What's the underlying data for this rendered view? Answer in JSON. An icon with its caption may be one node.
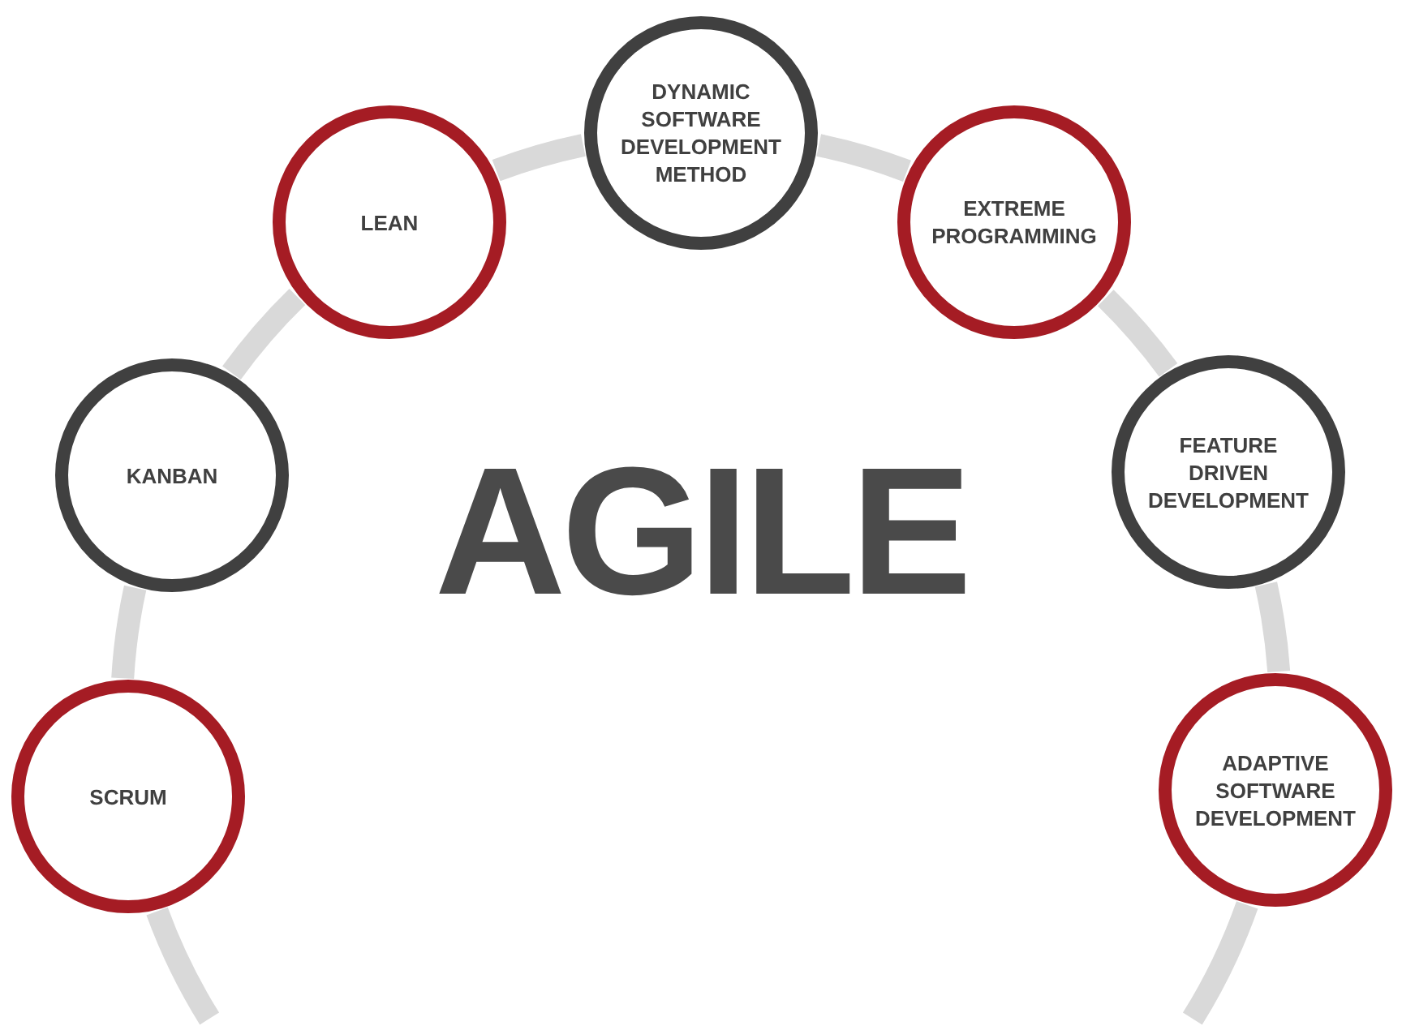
{
  "diagram": {
    "title": "AGILE",
    "nodes": [
      {
        "text": [
          "DYNAMIC SOFTWARE DEVELOPMENT METHOD"
        ]
      },
      {
        "text": [
          "LEAN"
        ]
      },
      {
        "text": [
          "EXTREME PROGRAMMING"
        ]
      },
      {
        "text": [
          "KANBAN"
        ]
      },
      {
        "text": [
          "FEATURE DRIVEN DEVELOPMENT"
        ]
      },
      {
        "text": [
          "SCRUM"
        ]
      },
      {
        "text": [
          "ADAPTIVE SOFTWARE DEVELOPMENT"
        ]
      }
    ],
    "edges": [
      {
        "from": null,
        "to": 5,
        "arrow": "none"
      },
      {
        "from": 5,
        "to": 3,
        "arrow": "none"
      },
      {
        "from": 3,
        "to": 1,
        "arrow": "none"
      },
      {
        "from": 1,
        "to": 0,
        "arrow": "none"
      },
      {
        "from": 0,
        "to": 2,
        "arrow": "none"
      },
      {
        "from": 2,
        "to": 4,
        "arrow": "none"
      },
      {
        "from": 4,
        "to": 6,
        "arrow": "none"
      },
      {
        "from": 6,
        "to": null,
        "arrow": "none"
      }
    ]
  }
}
